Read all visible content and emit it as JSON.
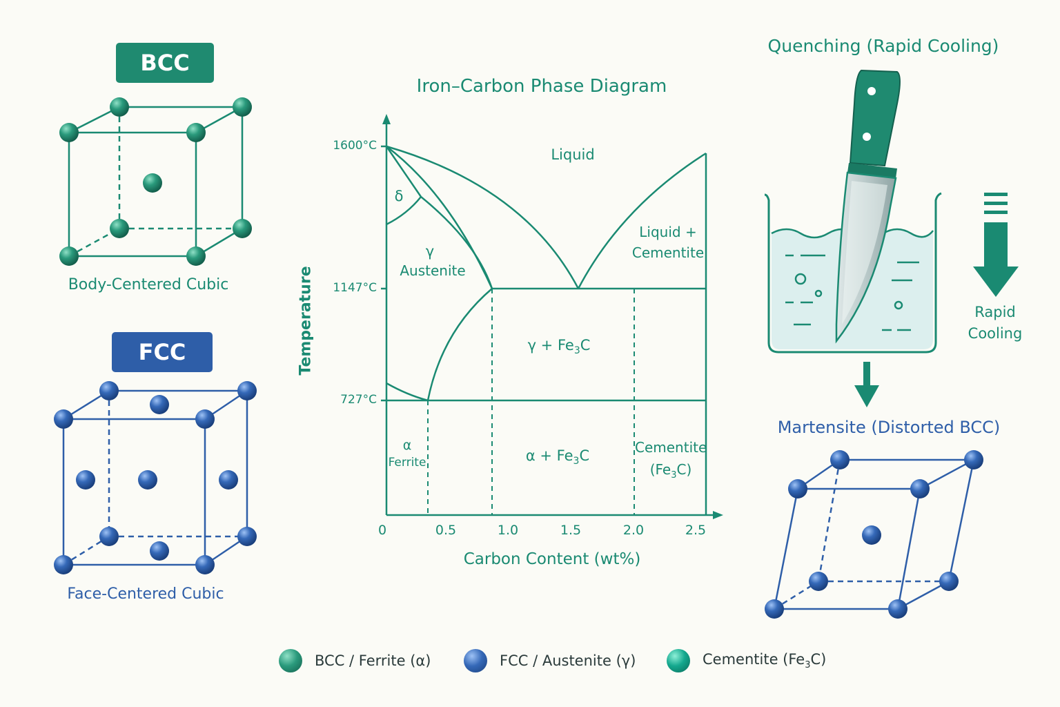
{
  "bcc": {
    "badge": "BCC",
    "caption": "Body-Centered Cubic"
  },
  "fcc": {
    "badge": "FCC",
    "caption": "Face-Centered Cubic"
  },
  "phase_diagram": {
    "title": "Iron–Carbon Phase Diagram",
    "y_axis_label": "Temperature",
    "x_axis_label": "Carbon Content (wt%)",
    "y_ticks": [
      "1600°C",
      "1147°C",
      "727°C"
    ],
    "x_ticks": [
      "0",
      "0.5",
      "1.0",
      "1.5",
      "2.0",
      "2.5"
    ],
    "regions": {
      "liquid": "Liquid",
      "delta": "δ",
      "gamma": "γ",
      "austenite": "Austenite",
      "liquid_cementite_1": "Liquid +",
      "liquid_cementite_2": "Cementite",
      "gamma_fe3c": "γ + Fe",
      "alpha": "α",
      "ferrite": "Ferrite",
      "alpha_fe3c": "α + Fe",
      "cementite_1": "Cementite",
      "cementite_2": "(Fe",
      "subscript_3": "3",
      "subscript_c": "C",
      "subscript_c_paren": "C)"
    }
  },
  "quench": {
    "title": "Quenching (Rapid Cooling)",
    "rapid_line1": "Rapid",
    "rapid_line2": "Cooling"
  },
  "martensite": {
    "title": "Martensite (Distorted BCC)"
  },
  "legend": {
    "items": [
      {
        "label": "BCC / Ferrite (α)",
        "color": "#1f8a70"
      },
      {
        "label": "FCC / Austenite (γ)",
        "color": "#2f62ad"
      },
      {
        "label_main": "Cementite (Fe",
        "label_sub": "3",
        "label_end": "C)",
        "color": "#12a38a"
      }
    ]
  },
  "colors": {
    "teal": "#1a8a72",
    "blue": "#2e5ea8",
    "water": "#dcefee"
  }
}
